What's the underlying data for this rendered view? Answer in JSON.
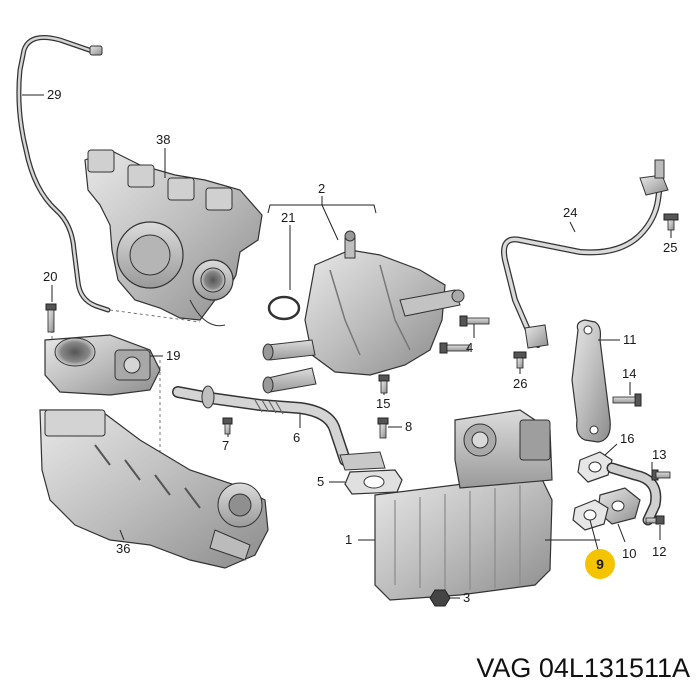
{
  "callouts": {
    "c1": "1",
    "c2": "2",
    "c3": "3",
    "c4": "4",
    "c5": "5",
    "c6": "6",
    "c7": "7",
    "c8": "8",
    "c9": "9",
    "c10": "10",
    "c11": "11",
    "c12": "12",
    "c13": "13",
    "c14": "14",
    "c15": "15",
    "c16": "16",
    "c19": "19",
    "c20": "20",
    "c21": "21",
    "c24": "24",
    "c25": "25",
    "c26": "26",
    "c29": "29",
    "c36": "36",
    "c38": "38"
  },
  "highlight": {
    "label": "9",
    "color": "#f5c400"
  },
  "caption": "VAG 04L131511A",
  "colors": {
    "line": "#222222",
    "part_fill": "#c9c9c9",
    "part_dark": "#8a8a8a",
    "part_light": "#e6e6e6"
  }
}
